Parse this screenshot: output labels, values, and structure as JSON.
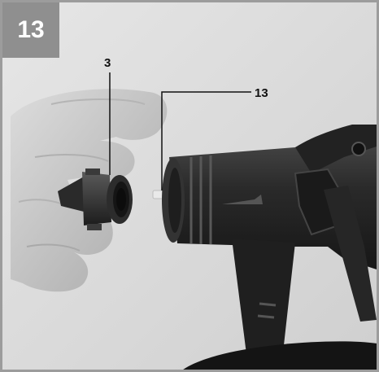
{
  "step": {
    "number": "13"
  },
  "callouts": [
    {
      "label": "3",
      "part": "nozzle-cap"
    },
    {
      "label": "13",
      "part": "pin"
    }
  ],
  "colors": {
    "frame": "#9c9c9c",
    "badge": "#8f8f8f",
    "badge_text": "#ffffff",
    "leader": "#111111"
  }
}
